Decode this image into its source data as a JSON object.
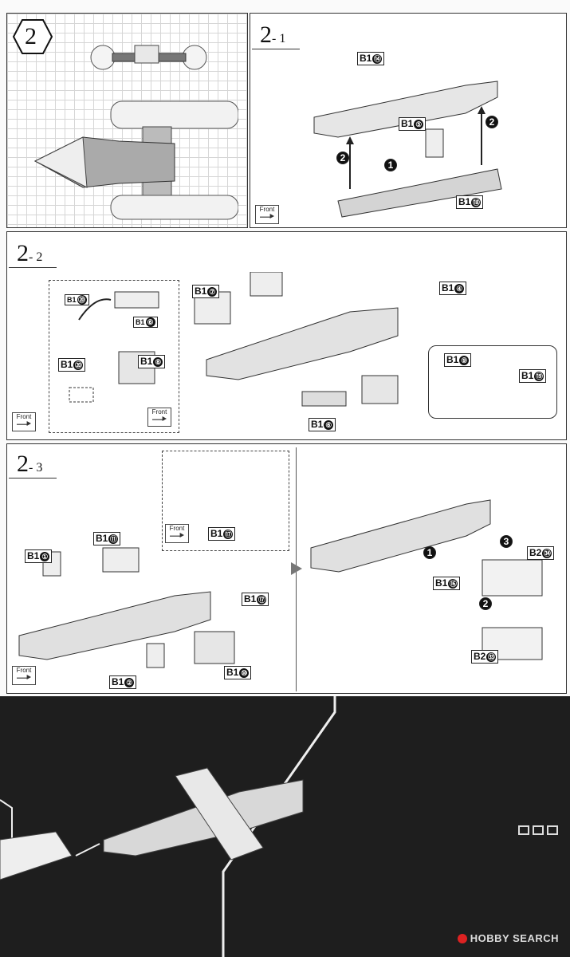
{
  "steps": {
    "main": "2",
    "s21_major": "2",
    "s21_minor": "- 1",
    "s22_major": "2",
    "s22_minor": "- 2",
    "s23_major": "2",
    "s23_minor": "- 3"
  },
  "front_label": "Front",
  "labels_21": [
    {
      "prefix": "B1",
      "num": "⑭"
    },
    {
      "prefix": "B1",
      "num": "⑤"
    },
    {
      "prefix": "B1",
      "num": "⑱"
    }
  ],
  "arrows_21": [
    "2",
    "1",
    "2"
  ],
  "labels_22": [
    {
      "prefix": "B1",
      "num": "⑦"
    },
    {
      "prefix": "B1",
      "num": "④"
    },
    {
      "prefix": "B1",
      "num": "⑳"
    },
    {
      "prefix": "B1",
      "num": "⑥"
    },
    {
      "prefix": "B1",
      "num": "⑳"
    },
    {
      "prefix": "B1",
      "num": "⑧"
    },
    {
      "prefix": "B1",
      "num": "⑥"
    },
    {
      "prefix": "B1",
      "num": "⑨"
    },
    {
      "prefix": "B1",
      "num": "⑲"
    }
  ],
  "labels_23": [
    {
      "prefix": "B1",
      "num": "⑪"
    },
    {
      "prefix": "B1",
      "num": "①"
    },
    {
      "prefix": "B1",
      "num": "⑰"
    },
    {
      "prefix": "B1",
      "num": "⑰"
    },
    {
      "prefix": "B1",
      "num": "②"
    },
    {
      "prefix": "B1",
      "num": "⑩"
    },
    {
      "prefix": "B2",
      "num": "㉞"
    },
    {
      "prefix": "B1",
      "num": "⑯"
    },
    {
      "prefix": "B2",
      "num": "㉝"
    }
  ],
  "arrows_23": [
    "3",
    "1",
    "2"
  ],
  "watermark": "HOBBY SEARCH"
}
